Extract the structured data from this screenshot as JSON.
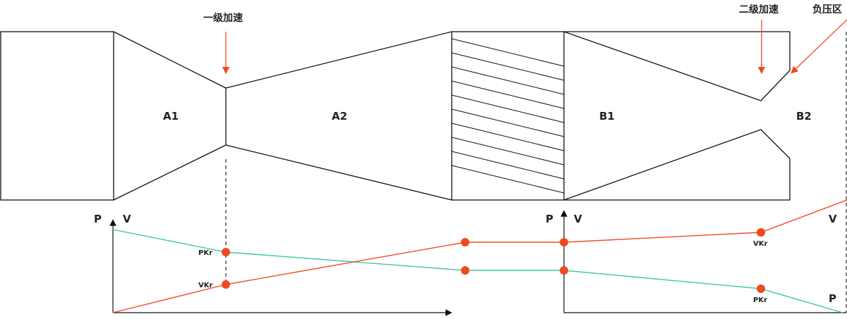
{
  "annotations": {
    "stage1_accel": "一级加速",
    "stage2_accel": "二级加速",
    "negative_pressure": "负压区"
  },
  "sections": {
    "a1": "A1",
    "a2": "A2",
    "b1": "B1",
    "b2": "B2"
  },
  "graph_left": {
    "p_axis": "P",
    "v_axis": "V",
    "pkr": "PKr",
    "vkr": "VKr"
  },
  "graph_right": {
    "p_axis_top": "P",
    "v_axis_top": "V",
    "v_end": "V",
    "p_end": "P",
    "vkr": "VKr",
    "pkr": "PKr"
  },
  "colors": {
    "velocity_line": "#ee4a1f",
    "pressure_line": "#3ec99a",
    "outline": "#111111",
    "arrow": "#ee4a1f"
  }
}
